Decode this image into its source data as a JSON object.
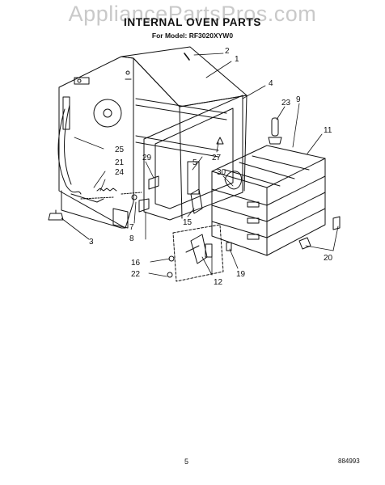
{
  "watermark": "AppliancePartsPros.com",
  "header": {
    "title": "INTERNAL OVEN PARTS",
    "model_line": "For Model: RF3020XYW0"
  },
  "footer": {
    "page_number": "5",
    "document_number": "884993"
  },
  "callouts": [
    "1",
    "2",
    "3",
    "4",
    "5",
    "7",
    "8",
    "9",
    "11",
    "12",
    "15",
    "16",
    "19",
    "20",
    "21",
    "22",
    "23",
    "24",
    "25",
    "27",
    "29",
    "30"
  ]
}
